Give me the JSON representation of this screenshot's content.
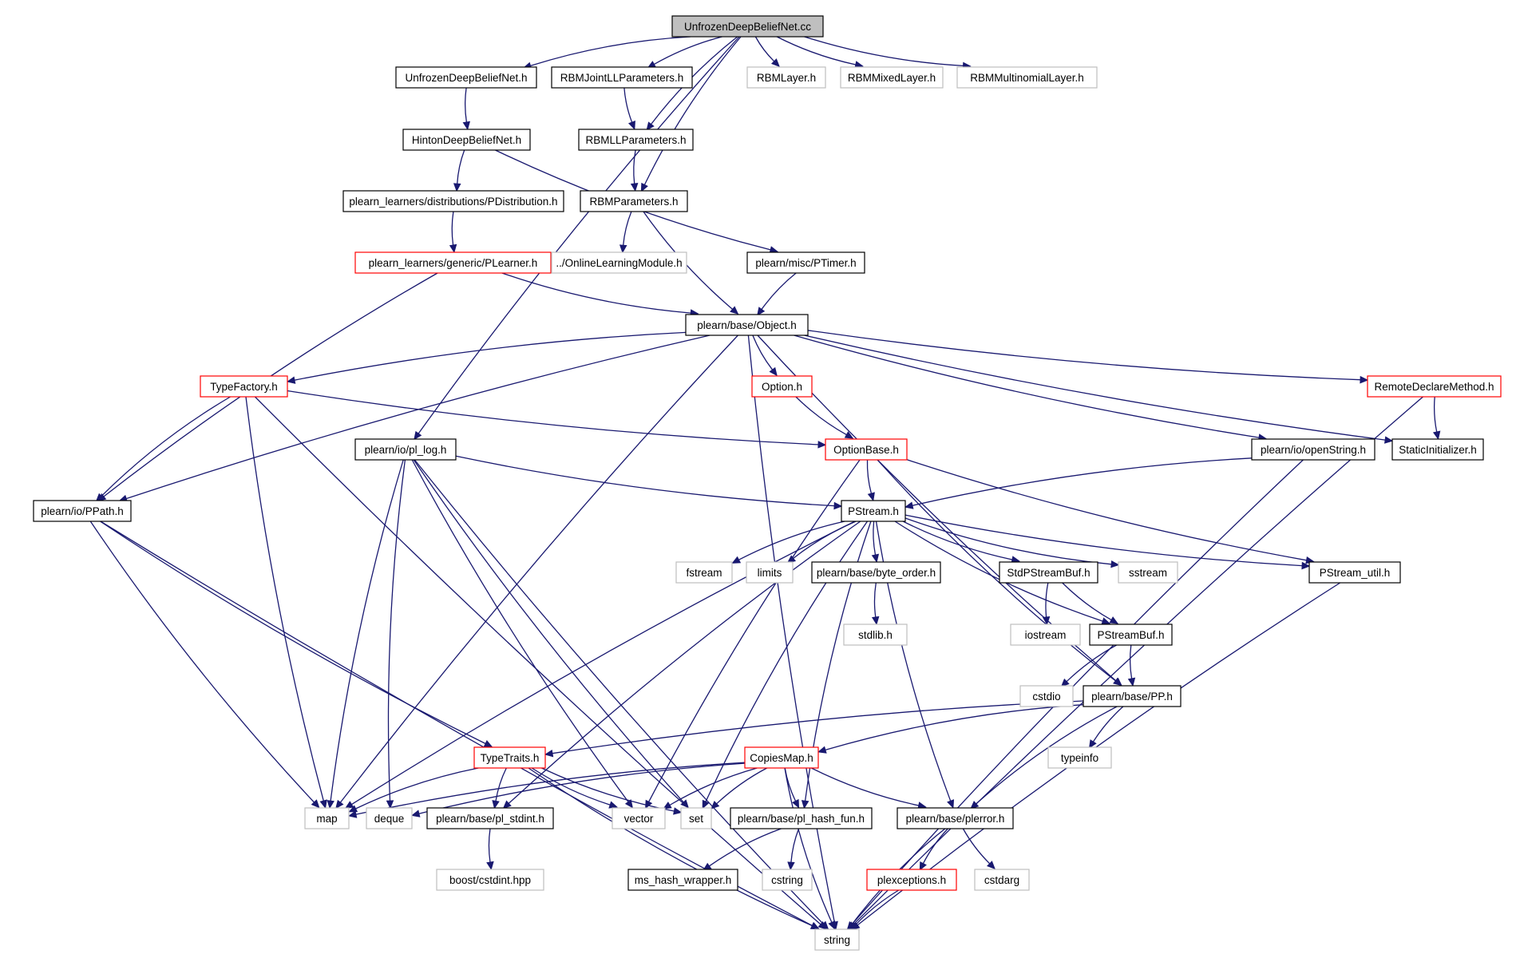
{
  "colors": {
    "edge": "#191970",
    "border_normal": "#000000",
    "border_truncated": "#ff0000",
    "border_external": "#bfbfbf",
    "fill_root": "#bfbfbf",
    "fill_node": "#ffffff",
    "text_external": "#000000"
  },
  "nodes": [
    {
      "id": "root",
      "label": "UnfrozenDeepBeliefNet.cc",
      "kind": "root"
    },
    {
      "id": "udbn_h",
      "label": "UnfrozenDeepBeliefNet.h",
      "kind": "normal"
    },
    {
      "id": "rbmjoint",
      "label": "RBMJointLLParameters.h",
      "kind": "normal"
    },
    {
      "id": "rbmlayer",
      "label": "RBMLayer.h",
      "kind": "external"
    },
    {
      "id": "rbmmixed",
      "label": "RBMMixedLayer.h",
      "kind": "external"
    },
    {
      "id": "rbmmulti",
      "label": "RBMMultinomialLayer.h",
      "kind": "external"
    },
    {
      "id": "hinton",
      "label": "HintonDeepBeliefNet.h",
      "kind": "normal"
    },
    {
      "id": "rbmll",
      "label": "RBMLLParameters.h",
      "kind": "normal"
    },
    {
      "id": "pdist",
      "label": "plearn_learners/distributions/PDistribution.h",
      "kind": "normal"
    },
    {
      "id": "rbmparams",
      "label": "RBMParameters.h",
      "kind": "normal"
    },
    {
      "id": "plearner",
      "label": "plearn_learners/generic/PLearner.h",
      "kind": "truncated"
    },
    {
      "id": "online",
      "label": "../OnlineLearningModule.h",
      "kind": "external"
    },
    {
      "id": "ptimer",
      "label": "plearn/misc/PTimer.h",
      "kind": "normal"
    },
    {
      "id": "object",
      "label": "plearn/base/Object.h",
      "kind": "normal"
    },
    {
      "id": "typefactory",
      "label": "TypeFactory.h",
      "kind": "truncated"
    },
    {
      "id": "option",
      "label": "Option.h",
      "kind": "truncated"
    },
    {
      "id": "remote",
      "label": "RemoteDeclareMethod.h",
      "kind": "truncated"
    },
    {
      "id": "pllog",
      "label": "plearn/io/pl_log.h",
      "kind": "normal"
    },
    {
      "id": "optionbase",
      "label": "OptionBase.h",
      "kind": "truncated"
    },
    {
      "id": "openstring",
      "label": "plearn/io/openString.h",
      "kind": "normal"
    },
    {
      "id": "staticinit",
      "label": "StaticInitializer.h",
      "kind": "normal"
    },
    {
      "id": "ppath",
      "label": "plearn/io/PPath.h",
      "kind": "normal"
    },
    {
      "id": "pstream",
      "label": "PStream.h",
      "kind": "normal"
    },
    {
      "id": "fstream",
      "label": "fstream",
      "kind": "external"
    },
    {
      "id": "limits",
      "label": "limits",
      "kind": "external"
    },
    {
      "id": "byteorder",
      "label": "plearn/base/byte_order.h",
      "kind": "normal"
    },
    {
      "id": "stdpsbuf",
      "label": "StdPStreamBuf.h",
      "kind": "normal"
    },
    {
      "id": "sstream",
      "label": "sstream",
      "kind": "external"
    },
    {
      "id": "psutil",
      "label": "PStream_util.h",
      "kind": "normal"
    },
    {
      "id": "stdlib",
      "label": "stdlib.h",
      "kind": "external"
    },
    {
      "id": "iostream",
      "label": "iostream",
      "kind": "external"
    },
    {
      "id": "psbuf",
      "label": "PStreamBuf.h",
      "kind": "normal"
    },
    {
      "id": "cstdio",
      "label": "cstdio",
      "kind": "external"
    },
    {
      "id": "pp",
      "label": "plearn/base/PP.h",
      "kind": "normal"
    },
    {
      "id": "typeinfo",
      "label": "typeinfo",
      "kind": "external"
    },
    {
      "id": "typetraits",
      "label": "TypeTraits.h",
      "kind": "truncated"
    },
    {
      "id": "copiesmap",
      "label": "CopiesMap.h",
      "kind": "truncated"
    },
    {
      "id": "map",
      "label": "map",
      "kind": "external"
    },
    {
      "id": "deque",
      "label": "deque",
      "kind": "external"
    },
    {
      "id": "stdint",
      "label": "plearn/base/pl_stdint.h",
      "kind": "normal"
    },
    {
      "id": "vector",
      "label": "vector",
      "kind": "external"
    },
    {
      "id": "set",
      "label": "set",
      "kind": "external"
    },
    {
      "id": "hashfun",
      "label": "plearn/base/pl_hash_fun.h",
      "kind": "normal"
    },
    {
      "id": "plerror",
      "label": "plearn/base/plerror.h",
      "kind": "normal"
    },
    {
      "id": "boostint",
      "label": "boost/cstdint.hpp",
      "kind": "external"
    },
    {
      "id": "mshash",
      "label": "ms_hash_wrapper.h",
      "kind": "normal"
    },
    {
      "id": "cstring",
      "label": "cstring",
      "kind": "external"
    },
    {
      "id": "plexceptions",
      "label": "plexceptions.h",
      "kind": "truncated"
    },
    {
      "id": "cstdarg",
      "label": "cstdarg",
      "kind": "external"
    },
    {
      "id": "string",
      "label": "string",
      "kind": "external"
    }
  ],
  "edges": [
    [
      "root",
      "udbn_h"
    ],
    [
      "root",
      "rbmjoint"
    ],
    [
      "root",
      "rbmll"
    ],
    [
      "root",
      "rbmlayer"
    ],
    [
      "root",
      "rbmmixed"
    ],
    [
      "root",
      "rbmmulti"
    ],
    [
      "root",
      "rbmparams"
    ],
    [
      "root",
      "pllog"
    ],
    [
      "udbn_h",
      "hinton"
    ],
    [
      "rbmjoint",
      "rbmll"
    ],
    [
      "rbmll",
      "rbmparams"
    ],
    [
      "hinton",
      "pdist"
    ],
    [
      "hinton",
      "ptimer"
    ],
    [
      "pdist",
      "plearner"
    ],
    [
      "rbmparams",
      "online"
    ],
    [
      "rbmparams",
      "object"
    ],
    [
      "ptimer",
      "object"
    ],
    [
      "plearner",
      "object"
    ],
    [
      "plearner",
      "ppath"
    ],
    [
      "object",
      "typefactory"
    ],
    [
      "object",
      "option"
    ],
    [
      "object",
      "remote"
    ],
    [
      "object",
      "openstring"
    ],
    [
      "object",
      "staticinit"
    ],
    [
      "object",
      "ppath"
    ],
    [
      "object",
      "pp"
    ],
    [
      "object",
      "map"
    ],
    [
      "object",
      "string"
    ],
    [
      "typefactory",
      "optionbase"
    ],
    [
      "typefactory",
      "ppath"
    ],
    [
      "typefactory",
      "map"
    ],
    [
      "typefactory",
      "string"
    ],
    [
      "option",
      "optionbase"
    ],
    [
      "remote",
      "staticinit"
    ],
    [
      "remote",
      "string"
    ],
    [
      "pllog",
      "pstream"
    ],
    [
      "pllog",
      "map"
    ],
    [
      "pllog",
      "deque"
    ],
    [
      "pllog",
      "vector"
    ],
    [
      "pllog",
      "set"
    ],
    [
      "pllog",
      "string"
    ],
    [
      "optionbase",
      "pstream"
    ],
    [
      "optionbase",
      "psutil"
    ],
    [
      "optionbase",
      "pp"
    ],
    [
      "optionbase",
      "vector"
    ],
    [
      "openstring",
      "pstream"
    ],
    [
      "openstring",
      "string"
    ],
    [
      "ppath",
      "typetraits"
    ],
    [
      "ppath",
      "map"
    ],
    [
      "ppath",
      "string"
    ],
    [
      "pstream",
      "fstream"
    ],
    [
      "pstream",
      "limits"
    ],
    [
      "pstream",
      "byteorder"
    ],
    [
      "pstream",
      "stdpsbuf"
    ],
    [
      "pstream",
      "sstream"
    ],
    [
      "pstream",
      "psutil"
    ],
    [
      "pstream",
      "psbuf"
    ],
    [
      "pstream",
      "map"
    ],
    [
      "pstream",
      "stdint"
    ],
    [
      "pstream",
      "set"
    ],
    [
      "pstream",
      "hashfun"
    ],
    [
      "pstream",
      "plerror"
    ],
    [
      "byteorder",
      "stdlib"
    ],
    [
      "stdpsbuf",
      "iostream"
    ],
    [
      "stdpsbuf",
      "psbuf"
    ],
    [
      "psbuf",
      "cstdio"
    ],
    [
      "psbuf",
      "pp"
    ],
    [
      "psutil",
      "string"
    ],
    [
      "pp",
      "typetraits"
    ],
    [
      "pp",
      "copiesmap"
    ],
    [
      "pp",
      "typeinfo"
    ],
    [
      "pp",
      "plerror"
    ],
    [
      "typetraits",
      "map"
    ],
    [
      "typetraits",
      "stdint"
    ],
    [
      "typetraits",
      "vector"
    ],
    [
      "typetraits",
      "set"
    ],
    [
      "typetraits",
      "string"
    ],
    [
      "copiesmap",
      "map"
    ],
    [
      "copiesmap",
      "deque"
    ],
    [
      "copiesmap",
      "vector"
    ],
    [
      "copiesmap",
      "set"
    ],
    [
      "copiesmap",
      "hashfun"
    ],
    [
      "copiesmap",
      "plerror"
    ],
    [
      "copiesmap",
      "string"
    ],
    [
      "stdint",
      "boostint"
    ],
    [
      "hashfun",
      "mshash"
    ],
    [
      "hashfun",
      "cstring"
    ],
    [
      "plerror",
      "plexceptions"
    ],
    [
      "plerror",
      "cstdarg"
    ],
    [
      "plerror",
      "string"
    ],
    [
      "plexceptions",
      "string"
    ]
  ]
}
